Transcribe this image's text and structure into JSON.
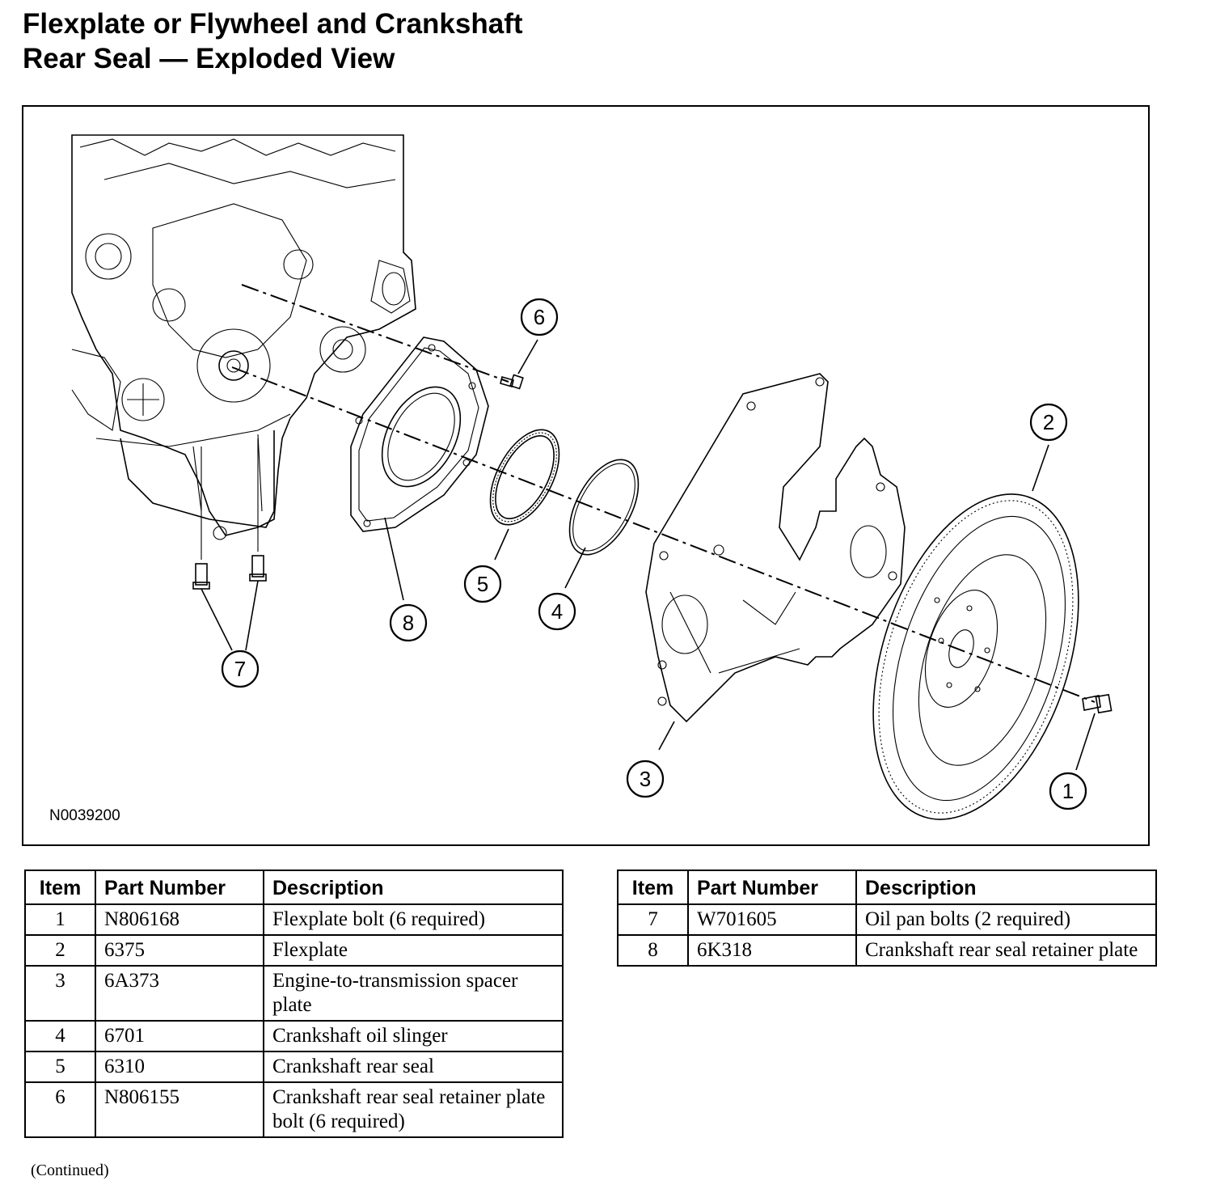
{
  "title": {
    "line1": "Flexplate or Flywheel and Crankshaft",
    "line2": "Rear Seal — Exploded View"
  },
  "figure": {
    "id": "N0039200",
    "callouts": [
      "1",
      "2",
      "3",
      "4",
      "5",
      "6",
      "7",
      "8"
    ]
  },
  "table_headers": {
    "item": "Item",
    "part_number": "Part Number",
    "description": "Description"
  },
  "parts_left": [
    {
      "item": "1",
      "part": "N806168",
      "desc": "Flexplate bolt (6 required)"
    },
    {
      "item": "2",
      "part": "6375",
      "desc": "Flexplate"
    },
    {
      "item": "3",
      "part": "6A373",
      "desc": "Engine-to-transmission spacer plate"
    },
    {
      "item": "4",
      "part": "6701",
      "desc": "Crankshaft oil slinger"
    },
    {
      "item": "5",
      "part": "6310",
      "desc": "Crankshaft rear seal"
    },
    {
      "item": "6",
      "part": "N806155",
      "desc": "Crankshaft rear seal retainer plate bolt (6 required)"
    }
  ],
  "parts_right": [
    {
      "item": "7",
      "part": "W701605",
      "desc": "Oil pan bolts (2 required)"
    },
    {
      "item": "8",
      "part": "6K318",
      "desc": "Crankshaft rear seal retainer plate"
    }
  ],
  "continued": "(Continued)"
}
